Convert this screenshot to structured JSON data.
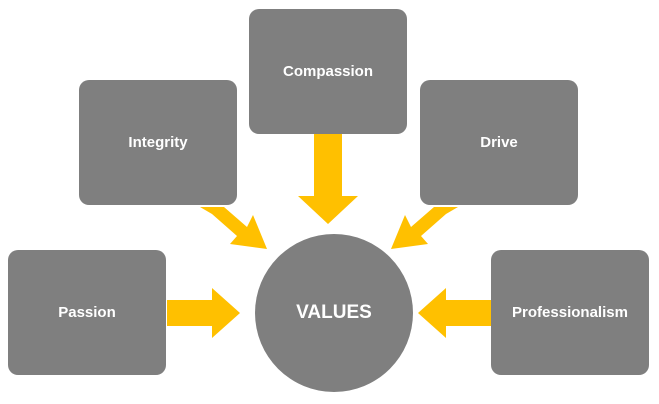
{
  "diagram": {
    "center_label": "VALUES",
    "values": [
      {
        "label": "Passion"
      },
      {
        "label": "Integrity"
      },
      {
        "label": "Compassion"
      },
      {
        "label": "Drive"
      },
      {
        "label": "Professionalism"
      }
    ]
  },
  "colors": {
    "box": "#7f7f7f",
    "arrow": "#ffc000",
    "text": "#ffffff",
    "background": "#ffffff"
  }
}
